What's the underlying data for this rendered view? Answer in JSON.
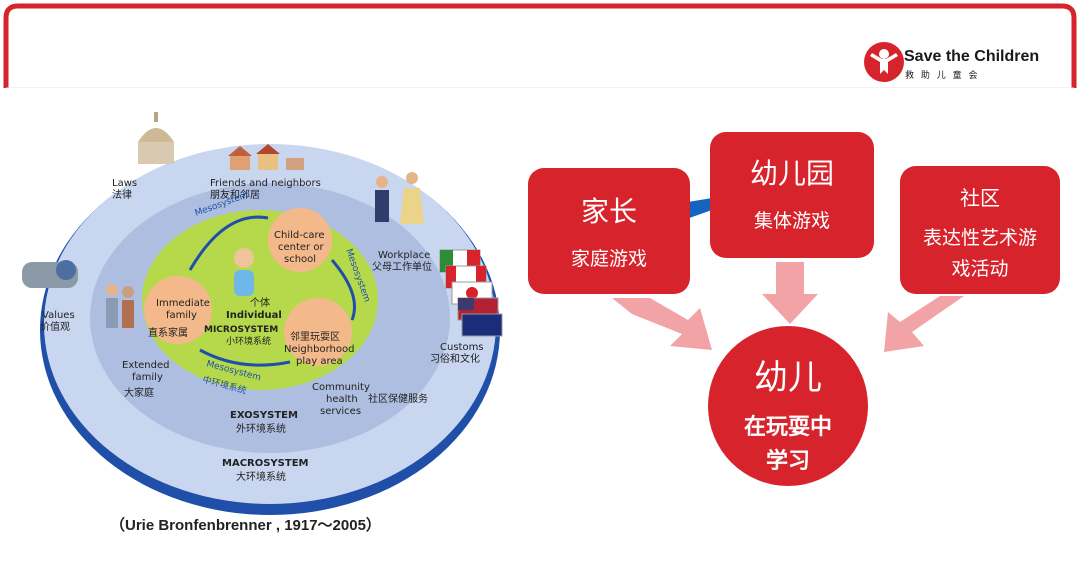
{
  "logo": {
    "name": "Save the Children",
    "sub": "救 助 儿 童 会"
  },
  "diagram": {
    "laws": "Laws",
    "laws_cn": "法律",
    "friends": "Friends and neighbors",
    "friends_cn": "朋友和邻居",
    "workplace": "Workplace",
    "workplace_cn": "父母工作单位",
    "values": "Values",
    "values_cn": "价值观",
    "customs": "Customs",
    "customs_cn": "习俗和文化",
    "immediate_1": "Immediate",
    "immediate_2": "family",
    "immediate_cn": "直系家属",
    "childcare_1": "Child-care",
    "childcare_2": "center or",
    "childcare_3": "school",
    "individual_cn": "个体",
    "individual": "Individual",
    "microsystem": "MICROSYSTEM",
    "microsystem_cn": "小环境系统",
    "neighborhood_cn": "邻里玩耍区",
    "neighborhood_1": "Neighborhood",
    "neighborhood_2": "play area",
    "mesosystem": "Mesosystem",
    "mesosystem_cn": "中环境系统",
    "extended_1": "Extended",
    "extended_2": "family",
    "extended_cn": "大家庭",
    "health_1": "Community",
    "health_2": "health",
    "health_3": "services",
    "health_cn": "社区保健服务",
    "exosystem": "EXOSYSTEM",
    "exosystem_cn": "外环境系统",
    "macrosystem": "MACROSYSTEM",
    "macrosystem_cn": "大环境系统"
  },
  "caption": "（Urie Bronfenbrenner , 1917～2005）",
  "flow": {
    "parents_title": "家长",
    "parents_sub": "家庭游戏",
    "kindergarten_title": "幼儿园",
    "kindergarten_sub": "集体游戏",
    "community_title": "社区",
    "community_sub_1": "表达性艺术游",
    "community_sub_2": "戏活动",
    "child_title": "幼儿",
    "child_sub_1": "在玩耍中",
    "child_sub_2": "学习"
  },
  "colors": {
    "brand_red": "#d7232b",
    "arrow_pink": "#f2a3a6",
    "arrow_blue": "#1565c0"
  },
  "icons": [
    "capitol-icon",
    "houses-icon",
    "handshake-icon",
    "flags-icon",
    "family-icon",
    "playground-icon"
  ]
}
